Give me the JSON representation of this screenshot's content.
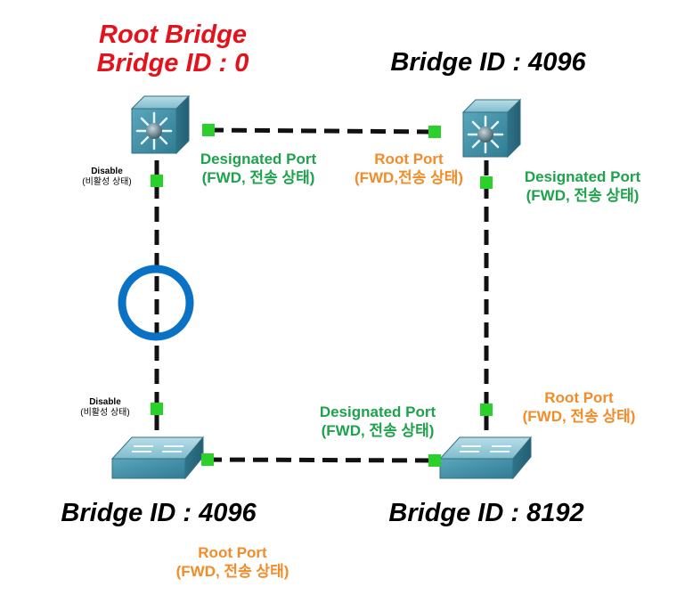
{
  "colors": {
    "root_label": "#e4121b",
    "designated": "#1ea24c",
    "root_port": "#f28c28",
    "port_dot": "#2bd02b",
    "link": "#111111",
    "blocked_circle": "#0a72c4",
    "switch_face": "#3f8fa6"
  },
  "switches": {
    "top_left": {
      "title": "Root Bridge",
      "id_label": "Bridge ID : 0",
      "icon": "multilayer-switch-icon"
    },
    "top_right": {
      "id_label": "Bridge ID : 4096",
      "icon": "multilayer-switch-icon"
    },
    "bottom_left": {
      "id_label": "Bridge ID : 4096",
      "icon": "switch-icon"
    },
    "bottom_right": {
      "id_label": "Bridge ID : 8192",
      "icon": "switch-icon"
    }
  },
  "ports": {
    "tl_right": {
      "role": "Designated Port",
      "state": "(FWD, 전송 상태)"
    },
    "tr_left": {
      "role": "Root Port",
      "state": "(FWD,전송 상태)"
    },
    "tr_bottom": {
      "role": "Designated Port",
      "state": "(FWD, 전송 상태)"
    },
    "br_top": {
      "role": "Root Port",
      "state": "(FWD, 전송 상태)"
    },
    "br_left": {
      "role": "Designated Port",
      "state": "(FWD, 전송 상태)"
    },
    "bl_right": {
      "role": "Root Port",
      "state": "(FWD, 전송 상태)"
    },
    "tl_bottom": {
      "role": "Disable",
      "state": "(비활성 상태)"
    },
    "bl_top": {
      "role": "Disable",
      "state": "(비활성 상태)"
    }
  }
}
